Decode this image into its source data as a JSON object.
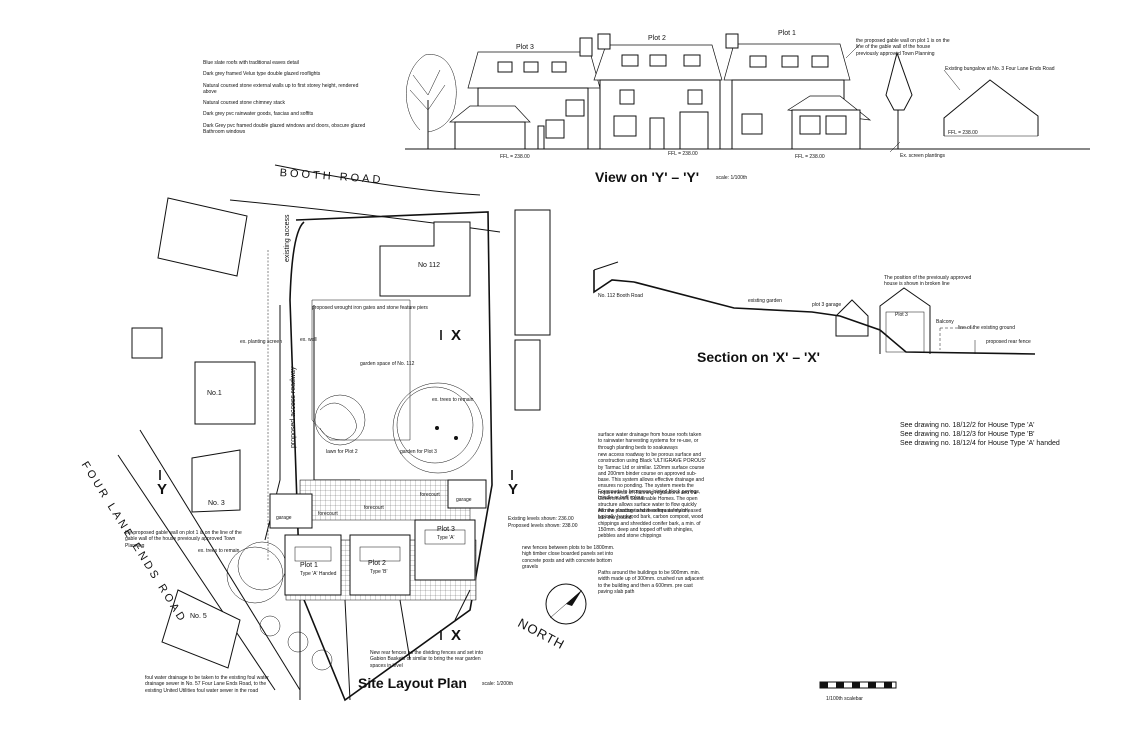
{
  "notes": {
    "materials": [
      "Blue slate roofs with traditional eaves detail",
      "Dark grey framed Velux type double glazed rooflights",
      "Natural coursed stone external walls up to first storey height, rendered above",
      "Natural coursed stone chimney stack",
      "Dark grey pvc rainwater goods, fascias and soffits",
      "Dark Grey pvc framed double glazed windows and doors, obscure glazed Bathroom windows"
    ],
    "drainage": "surface water drainage from house roofs taken to rainwater harvesting systems for re-use, or through planting beds to soakaways",
    "driveway": "new access roadway to be porous surface and construction using Black 'ULTIGRAVE POROUS' by Tarmac Ltd or similar. 120mm surface course and 200mm binder course on approved sub-base. This system allows effective drainage and ensures no ponding. The system meets the requirements of Planning regulations and the Government's Sustainable Homes. The open structure allows surface water to flow quickly into the structure and therefore safely released into the ground.",
    "forecourt": "Forecourts to be porous jointed block pavings, brindle or buff colour",
    "planting": "All new planting to have adequate mulch, typically hardwood bark, carbon compost, wood chippings and shredded conifer bark, a min. of 150mm. deep and topped off with shingles, pebbles and stone chippings",
    "fences": "new fences between plots to be 1800mm. high timber close boarded panels set into concrete posts and with concrete bottom gravels",
    "paths": "Paths around the buildings to be 900mm. min. width made up of 300mm. crushed run adjacent to the building and then a 600mm. pre cast paving slab path",
    "drawings": [
      "See drawing no. 18/12/2   for House Type 'A'",
      "See drawing no. 18/12/3   for House Type 'B'",
      "See drawing no. 18/12/4   for House Type 'A' handed"
    ],
    "foul": "foul water drainage to be taken to the existing foul water drainage sewer in No. 57 Four Lane Ends Road, to the existing United Utilities foul water sewer in the road",
    "newrear": "New rear fences as the dividing fences and set into Gabion Baskets or similar to bring the rear garden spaces in level",
    "gable_plan": "the proposed gable wall on plot 1 is on the line of the gable wall of the house previously approved Town Planning",
    "gable_elev": "the proposed gable wall on plot 1 is on the line of the gable wall of the house previously approved Town Planning",
    "outline": "The position of the previously approved house is shown in broken line"
  },
  "elevation": {
    "title": "View on 'Y' – 'Y'",
    "scale": "scale: 1/100th",
    "plots": [
      "Plot 3",
      "Plot 2",
      "Plot 1"
    ],
    "bungalow": "Existing bungalow at No. 3 Four Lane Ends Road",
    "screen": "Ex. screen plantings",
    "levels": [
      "FFL = 238.00",
      "FFL = 238.00",
      "FFL = 238.00",
      "FFL = 238.00"
    ]
  },
  "section": {
    "title": "Section on 'X' – 'X'",
    "no112": "No. 112 Booth Road",
    "garden": "existing garden",
    "garage": "plot 3 garage",
    "plot": "Plot 3",
    "line": "line of the existing ground",
    "rearfence": "proposed rear fence",
    "label_outline": "Balcony"
  },
  "plan": {
    "title": "Site Layout Plan",
    "scale": "scale: 1/200th",
    "booth_road": "BOOTH ROAD",
    "four_lane": "FOUR  LANE  ENDS  ROAD",
    "access": "existing access",
    "roadway": "proposed  access  roadway",
    "north": "NORTH",
    "no1": "No.1",
    "no3": "No. 3",
    "no5": "No. 5",
    "no112": "No 112",
    "plot1": "Plot 1",
    "plot1_type": "Type 'A' Handed",
    "plot2": "Plot 2",
    "plot2_type": "Type 'B'",
    "plot3": "Plot 3",
    "plot3_type": "Type 'A'",
    "garage": "garage",
    "forecourt": "forecourt",
    "garden112": "garden space of No. 112",
    "lawn": "lawn for Plot 2",
    "gateway": "proposed wrought iron gates and stone feature piers",
    "trees_retain": "ex. trees to remain",
    "planting_screen": "ex. planting screen",
    "existing_wall": "ex. wall",
    "garden_plot3": "garden for Plot 3",
    "levels_a": "Existing levels shown: 236.00",
    "levels_b": "Proposed levels shown: 238.00",
    "marks": [
      "X",
      "X",
      "Y",
      "Y"
    ]
  },
  "scalebar": {
    "label": "1/100th scalebar"
  }
}
